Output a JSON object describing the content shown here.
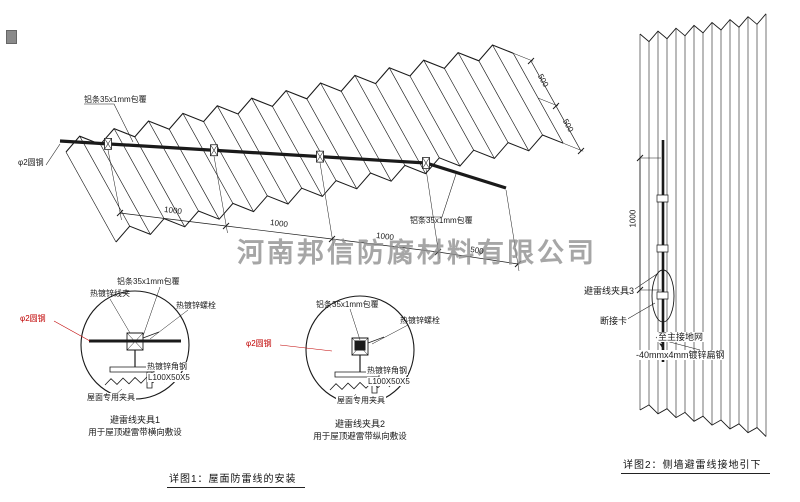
{
  "colors": {
    "line": "#1a1a1a",
    "red": "#c00000",
    "watermark": "#909090"
  },
  "watermark": "河南邦信防腐材料有限公司",
  "roof": {
    "labels": {
      "strip_top": "铝条35x1mm包覆",
      "rod": "φ2圆钢",
      "strip_right": "铝条35x1mm包覆"
    },
    "dims_bottom": [
      "1000",
      "1000",
      "1000",
      "500"
    ],
    "dims_right": [
      "500",
      "500"
    ]
  },
  "detail1": {
    "clamp": "热镀锌线夹",
    "strip": "铝条35x1mm包覆",
    "bolt": "热镀锌螺栓",
    "rod": "φ2圆钢",
    "angle": "热镀锌角钢",
    "angle_size": "L100X50X5",
    "fixture": "屋面专用夹具",
    "title": "避雷线夹具1",
    "subtitle": "用于屋顶避雷带横向敷设"
  },
  "detail2": {
    "strip": "铝条35x1mm包覆",
    "bolt": "热镀锌螺栓",
    "rod": "φ2圆钢",
    "angle": "热镀锌角钢",
    "angle_size": "L100X50X5",
    "fixture": "屋面专用夹具",
    "title": "避雷线夹具2",
    "subtitle": "用于屋顶避雷带纵向敷设"
  },
  "figures": {
    "fig1": "详图1：屋面防雷线的安装",
    "fig2": "详图2：侧墙避雷线接地引下"
  },
  "wall": {
    "dim": "1000",
    "clamp": "避雷线夹具3",
    "disconnect": "断接卡",
    "ground": "至主接地网",
    "flat_steel": "-40mmx4mm镀锌扁钢"
  }
}
